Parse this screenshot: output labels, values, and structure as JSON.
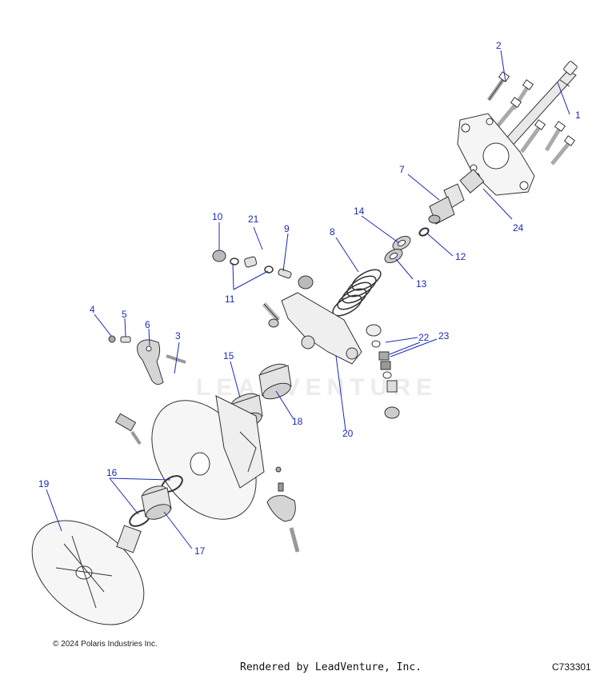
{
  "diagram": {
    "callouts": {
      "c1": "1",
      "c2": "2",
      "c3": "3",
      "c4": "4",
      "c5": "5",
      "c6": "6",
      "c7": "7",
      "c8": "8",
      "c9": "9",
      "c10": "10",
      "c11": "11",
      "c12": "12",
      "c13": "13",
      "c14": "14",
      "c15": "15",
      "c16": "16",
      "c17": "17",
      "c18": "18",
      "c19": "19",
      "c20": "20",
      "c21": "21",
      "c22": "22",
      "c23": "23",
      "c24": "24"
    },
    "callout_color": "#1a2bb8",
    "watermark_text": "LEADVENTURE"
  },
  "footer": {
    "copyright": "© 2024 Polaris Industries Inc.",
    "rendered_by": "Rendered by LeadVenture, Inc.",
    "diagram_code": "C733301"
  }
}
